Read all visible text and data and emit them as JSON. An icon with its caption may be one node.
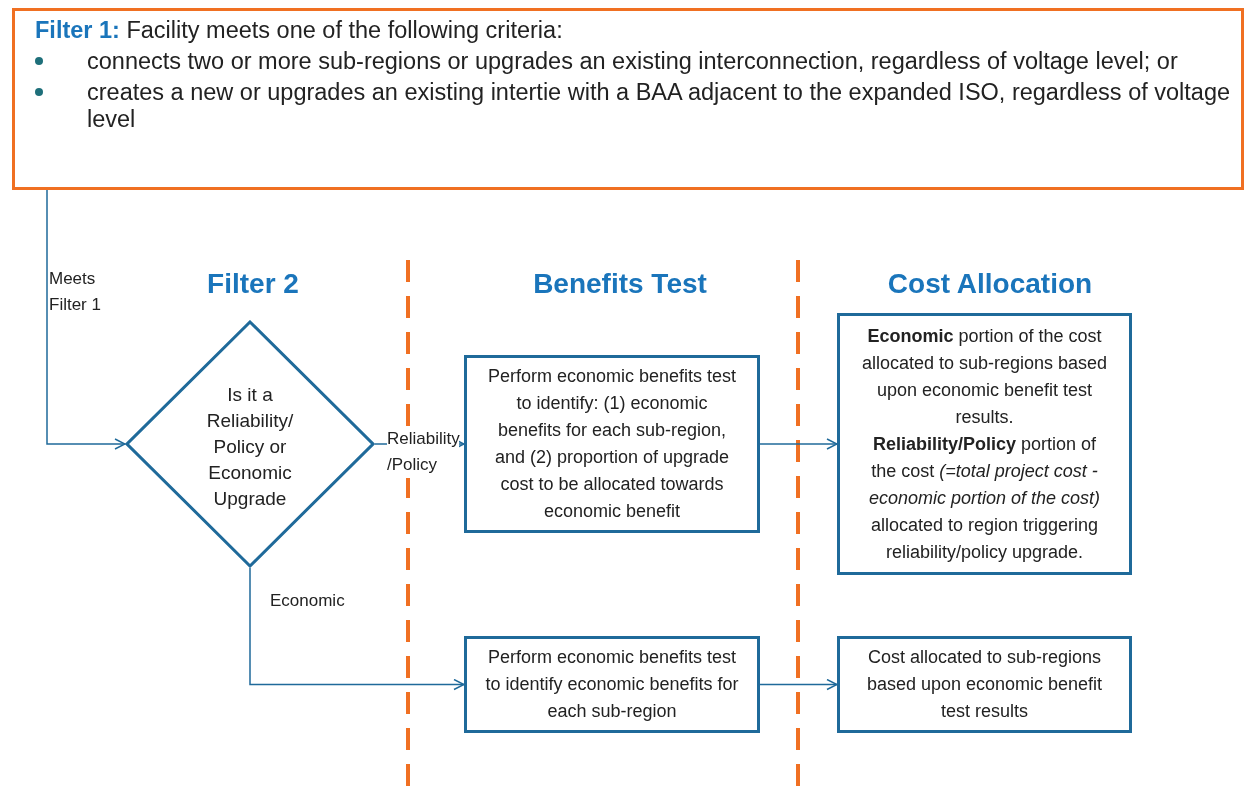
{
  "diagram": {
    "nodes": [
      {
        "text": [
          "**Filter 1:** Facility meets one of the following criteria:",
          "connects two or more sub-regions or upgrades an existing interconnection, regardless of voltage level; or",
          "creates a new or upgrades an existing intertie with a BAA adjacent to the expanded ISO, regardless of voltage level"
        ]
      },
      {
        "text": [
          "Is it a Reliability/ Policy or Economic Upgrade"
        ]
      },
      {
        "text": [
          "Perform economic benefits test to identify: (1) economic benefits for each sub-region, and (2) proportion of upgrade cost to be allocated towards economic benefit"
        ]
      },
      {
        "text": [
          "**Economic** portion of the cost allocated to sub-regions based upon economic benefit test results.",
          "**Reliability/Policy** portion of the cost *(=total project cost - economic portion of the cost)* allocated to region triggering reliability/policy upgrade."
        ]
      },
      {
        "text": [
          "Perform economic benefits test to identify economic benefits for each sub-region"
        ]
      },
      {
        "text": [
          "Cost allocated to sub-regions based upon economic benefit test results"
        ]
      }
    ],
    "edges": [
      {
        "from": 0,
        "to": 1,
        "arrow": "to",
        "label": "Meets Filter 1"
      },
      {
        "from": 1,
        "to": 2,
        "arrow": "to",
        "label": "Reliability /Policy"
      },
      {
        "from": 2,
        "to": 3,
        "arrow": "to"
      },
      {
        "from": 1,
        "to": 4,
        "arrow": "to",
        "label": "Economic"
      },
      {
        "from": 4,
        "to": 5,
        "arrow": "to"
      }
    ],
    "labels": [
      "Filter 2",
      "Benefits Test",
      "Cost Allocation"
    ]
  }
}
